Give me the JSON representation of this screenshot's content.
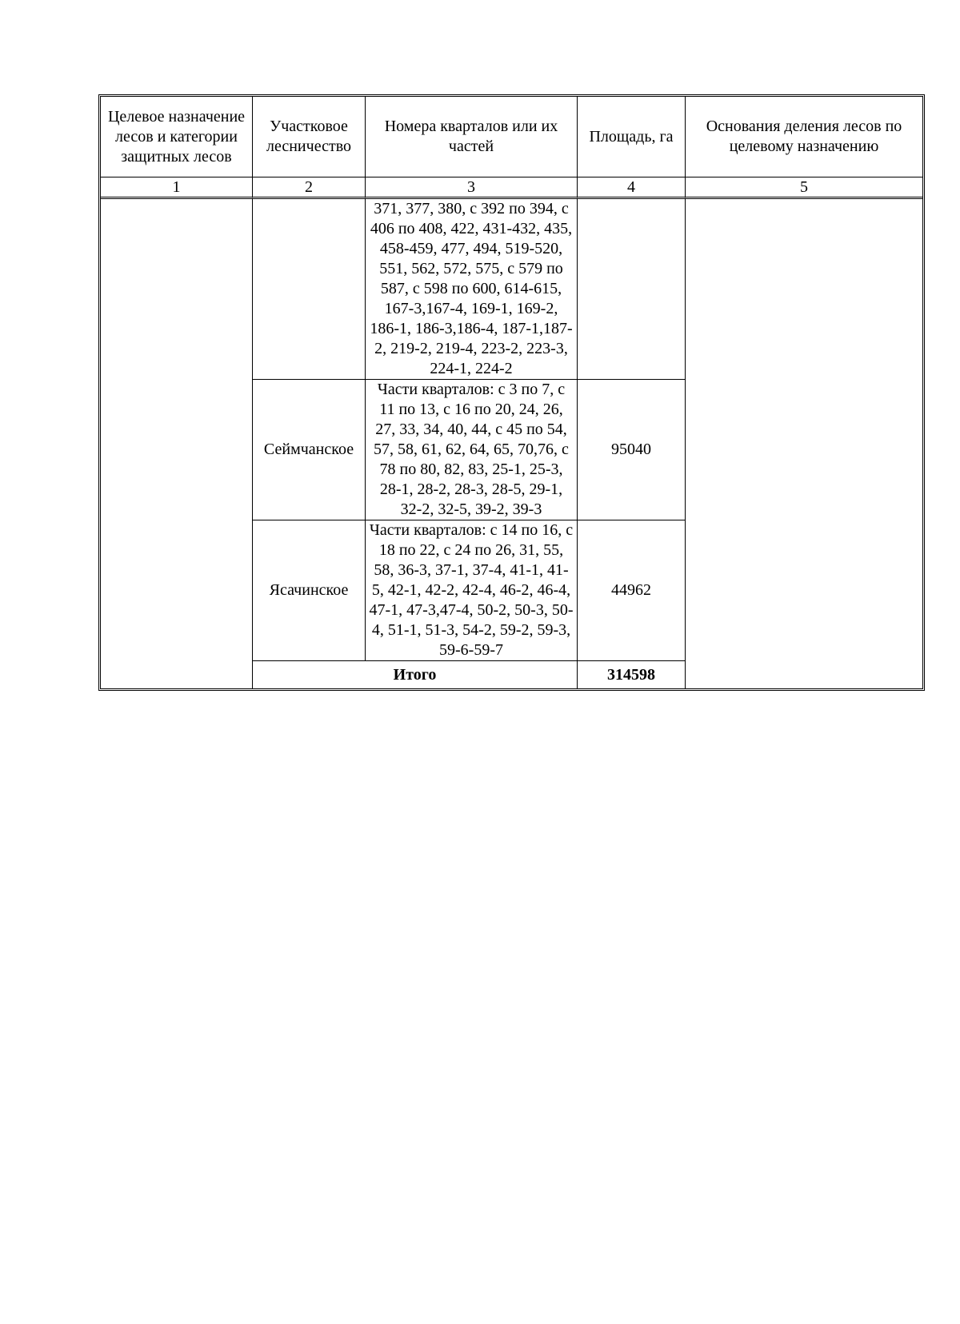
{
  "header": {
    "col1": "Целевое назначение лесов и категории защитных лесов",
    "col2": "Участковое лесничество",
    "col3": "Номера кварталов или их частей",
    "col4": "Площадь, га",
    "col5": "Основания деления лесов по целевому назначению"
  },
  "column_numbers": [
    "1",
    "2",
    "3",
    "4",
    "5"
  ],
  "rows": [
    {
      "forestry": "",
      "quarters": "371, 377, 380, с 392 по 394, с 406 по 408, 422, 431-432, 435, 458-459, 477, 494, 519-520, 551, 562, 572, 575, с 579 по 587, с 598 по 600, 614-615, 167-3,167-4, 169-1, 169-2, 186-1, 186-3,186-4, 187-1,187-2, 219-2, 219-4, 223-2, 223-3, 224-1, 224-2",
      "area": ""
    },
    {
      "forestry": "Сеймчанское",
      "quarters": "Части кварталов: с 3 по 7, с 11 по 13, с 16 по 20, 24, 26, 27, 33, 34, 40, 44, с 45 по 54, 57, 58, 61, 62, 64, 65, 70,76, с 78 по 80, 82, 83, 25-1, 25-3, 28-1, 28-2, 28-3, 28-5, 29-1, 32-2, 32-5, 39-2, 39-3",
      "area": "95040"
    },
    {
      "forestry": "Ясачинское",
      "quarters": "Части кварталов: с 14 по 16, с 18 по 22, с 24 по 26, 31, 55, 58, 36-3, 37-1, 37-4, 41-1, 41-5, 42-1, 42-2, 42-4, 46-2, 46-4, 47-1, 47-3,47-4, 50-2, 50-3, 50-4, 51-1, 51-3, 54-2, 59-2, 59-3, 59-6-59-7",
      "area": "44962"
    }
  ],
  "total": {
    "label": "Итого",
    "area": "314598"
  }
}
